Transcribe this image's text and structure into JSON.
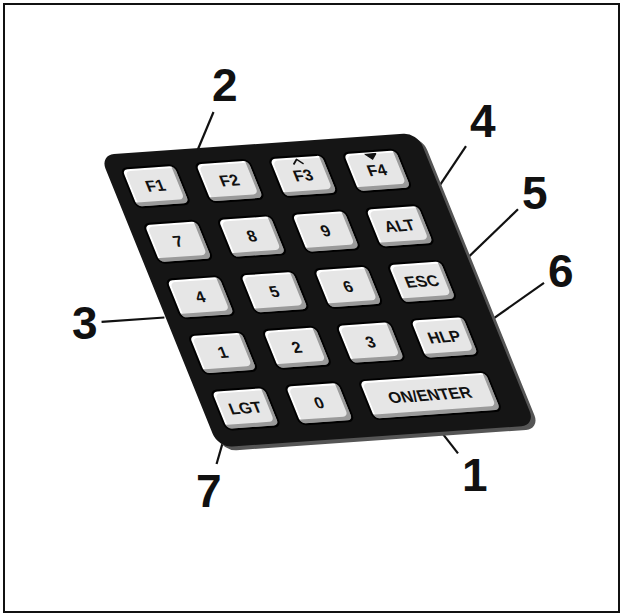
{
  "diagram": {
    "nodes": [
      {
        "text": [
          "F1"
        ]
      },
      {
        "text": [
          "F2"
        ]
      },
      {
        "text": [
          "F3"
        ]
      },
      {
        "text": [
          "F4"
        ]
      },
      {
        "text": [
          "7"
        ]
      },
      {
        "text": [
          "8"
        ]
      },
      {
        "text": [
          "9"
        ]
      },
      {
        "text": [
          "ALT"
        ]
      },
      {
        "text": [
          "4"
        ]
      },
      {
        "text": [
          "5"
        ]
      },
      {
        "text": [
          "6"
        ]
      },
      {
        "text": [
          "ESC"
        ]
      },
      {
        "text": [
          "1"
        ]
      },
      {
        "text": [
          "2"
        ]
      },
      {
        "text": [
          "3"
        ]
      },
      {
        "text": [
          "HLP"
        ]
      },
      {
        "text": [
          "LGT"
        ]
      },
      {
        "text": [
          "0"
        ]
      },
      {
        "text": [
          "ON/ENTER"
        ]
      }
    ],
    "labels": [
      "2",
      "4",
      "5",
      "6",
      "3",
      "7",
      "1"
    ]
  }
}
